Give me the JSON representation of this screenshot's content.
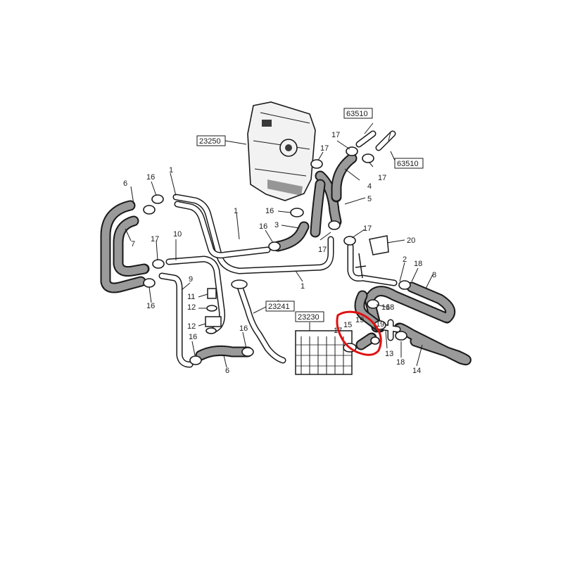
{
  "diagram": {
    "part_labels": [
      "1",
      "1",
      "1",
      "2",
      "3",
      "4",
      "5",
      "6",
      "6",
      "7",
      "8",
      "9",
      "10",
      "11",
      "12",
      "12",
      "13",
      "14",
      "15",
      "16",
      "16",
      "16",
      "16",
      "16",
      "16",
      "16",
      "17",
      "17",
      "17",
      "17",
      "17",
      "17",
      "17",
      "18",
      "18",
      "18",
      "19",
      "19",
      "20"
    ],
    "reference_boxes": [
      "23250",
      "23241",
      "23230",
      "63510",
      "63510"
    ],
    "highlight": {
      "target_label": "15",
      "color": "#e01010"
    }
  }
}
